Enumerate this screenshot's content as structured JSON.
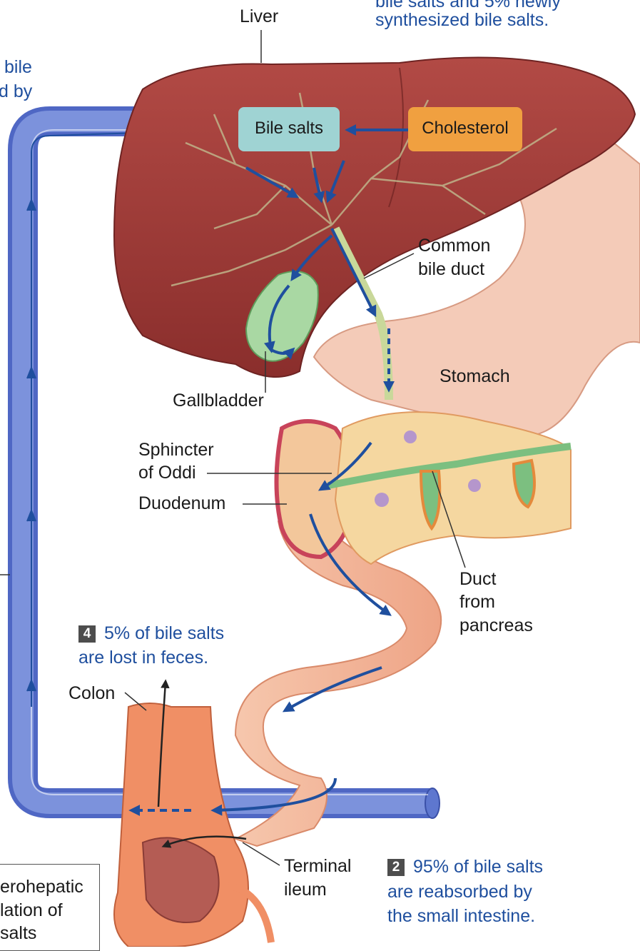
{
  "labels": {
    "top_right_partial": "bile salts and 5% newly",
    "top_right_line2": "synthesized bile salts.",
    "top_left_line1": "bile",
    "top_left_line2": "d by",
    "liver": "Liver",
    "bile_salts": "Bile salts",
    "cholesterol": "Cholesterol",
    "common_bile_duct_1": "Common",
    "common_bile_duct_2": "bile duct",
    "stomach": "Stomach",
    "gallbladder": "Gallbladder",
    "sphincter_1": "Sphincter",
    "sphincter_2": "of Oddi",
    "duodenum": "Duodenum",
    "duct_pancreas_1": "Duct",
    "duct_pancreas_2": "from",
    "duct_pancreas_3": "pancreas",
    "colon": "Colon",
    "terminal_ileum_1": "Terminal",
    "terminal_ileum_2": "ileum"
  },
  "steps": [
    {
      "number": "4",
      "line1": "5% of bile salts",
      "line2": "are lost in feces."
    },
    {
      "number": "2",
      "line1": "95% of bile salts",
      "line2": "are reabsorbed by",
      "line3": "the small intestine."
    }
  ],
  "legend": {
    "line1": "erohepatic",
    "line2": "lation of",
    "line3": "salts"
  },
  "colors": {
    "portal_vein": "#6f86d4",
    "arrow": "#1f4f9e",
    "liver": "#a8403c",
    "bile_salts_box": "#9fd3d3",
    "cholesterol_box": "#f0a040",
    "intestine": "#f2b89c",
    "colon": "#f08f65",
    "gallbladder": "#a9d8a3",
    "label_blue": "#1f4f9e"
  }
}
